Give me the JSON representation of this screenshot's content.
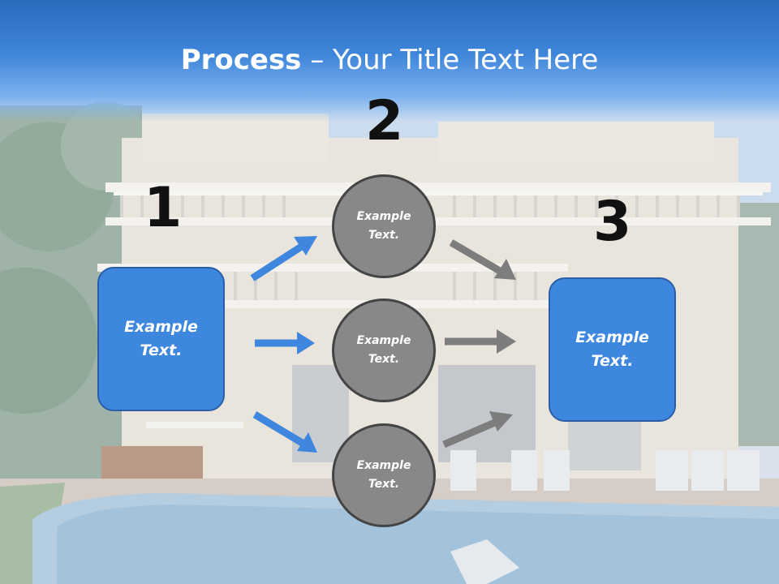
{
  "title": {
    "bold": "Process",
    "rest": " – Your Title Text Here"
  },
  "steps": {
    "one": "1",
    "two": "2",
    "three": "3"
  },
  "left_box": {
    "line1": "Example",
    "line2": "Text."
  },
  "right_box": {
    "line1": "Example",
    "line2": "Text."
  },
  "circles": [
    {
      "line1": "Example",
      "line2": "Text."
    },
    {
      "line1": "Example",
      "line2": "Text."
    },
    {
      "line1": "Example",
      "line2": "Text."
    }
  ],
  "colors": {
    "blue_box": "#3e87df",
    "circle_fill": "#888888",
    "blue_arrow": "#3f86de",
    "grey_arrow": "#7d7d7d",
    "title_band": "#2a6bbd"
  }
}
